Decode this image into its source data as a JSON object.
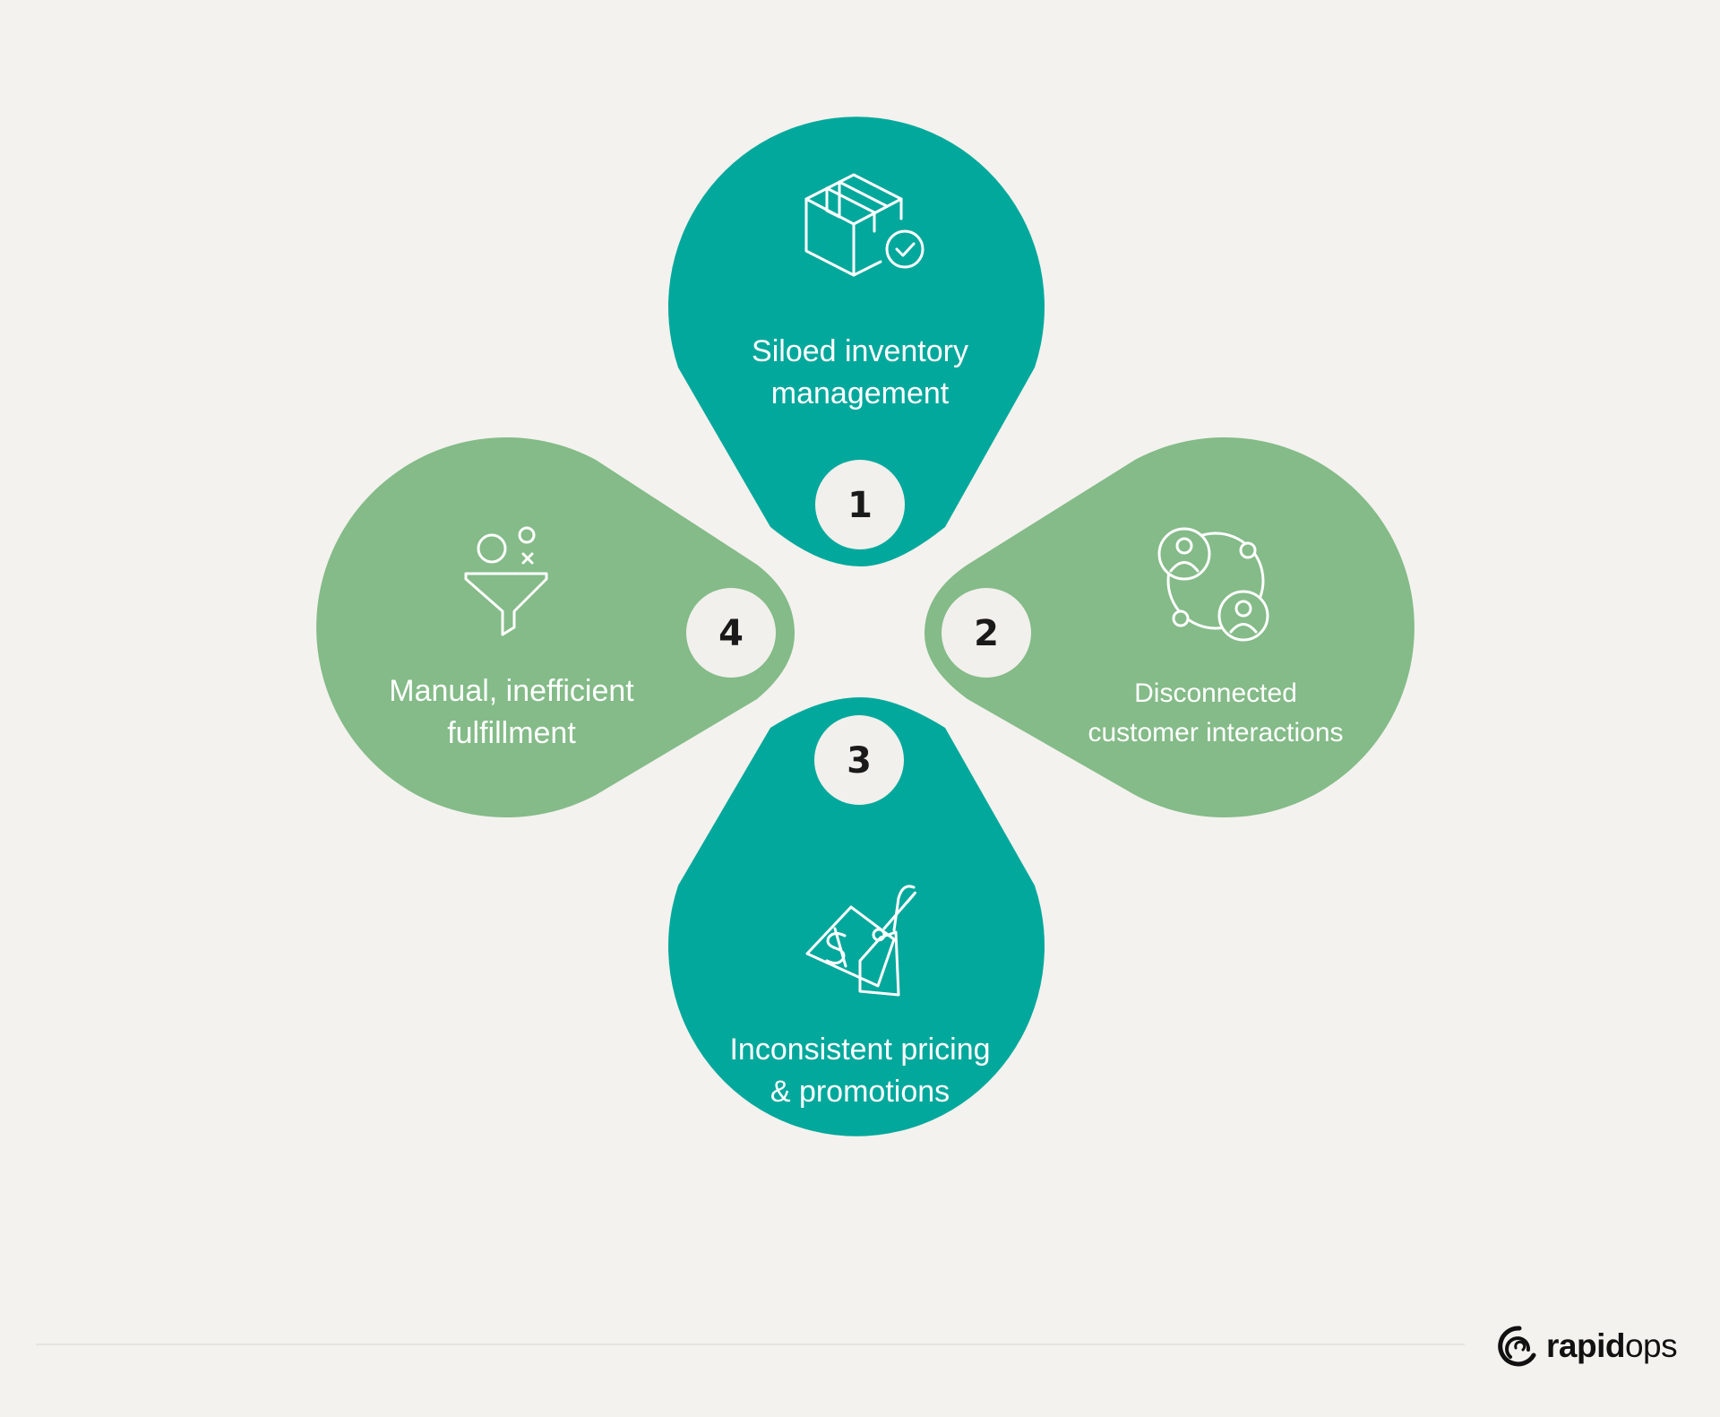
{
  "colors": {
    "background": "#f3f2ee",
    "teal": "#03a89c",
    "green": "#84bb88",
    "badge": "#f1f0ec",
    "text_on_petal": "#ffffff"
  },
  "items": [
    {
      "number": "1",
      "line1": "Siloed inventory",
      "line2": "management",
      "icon": "box-check-icon"
    },
    {
      "number": "2",
      "line1": "Disconnected",
      "line2": "customer interactions",
      "icon": "connected-users-icon"
    },
    {
      "number": "3",
      "line1": "Inconsistent pricing",
      "line2": "& promotions",
      "icon": "price-tag-icon"
    },
    {
      "number": "4",
      "line1": "Manual, inefficient",
      "line2": "fulfillment",
      "icon": "funnel-icon"
    }
  ],
  "brand": {
    "part1": "rapid",
    "part2": "ops",
    "icon": "rapidops-logo-icon"
  }
}
